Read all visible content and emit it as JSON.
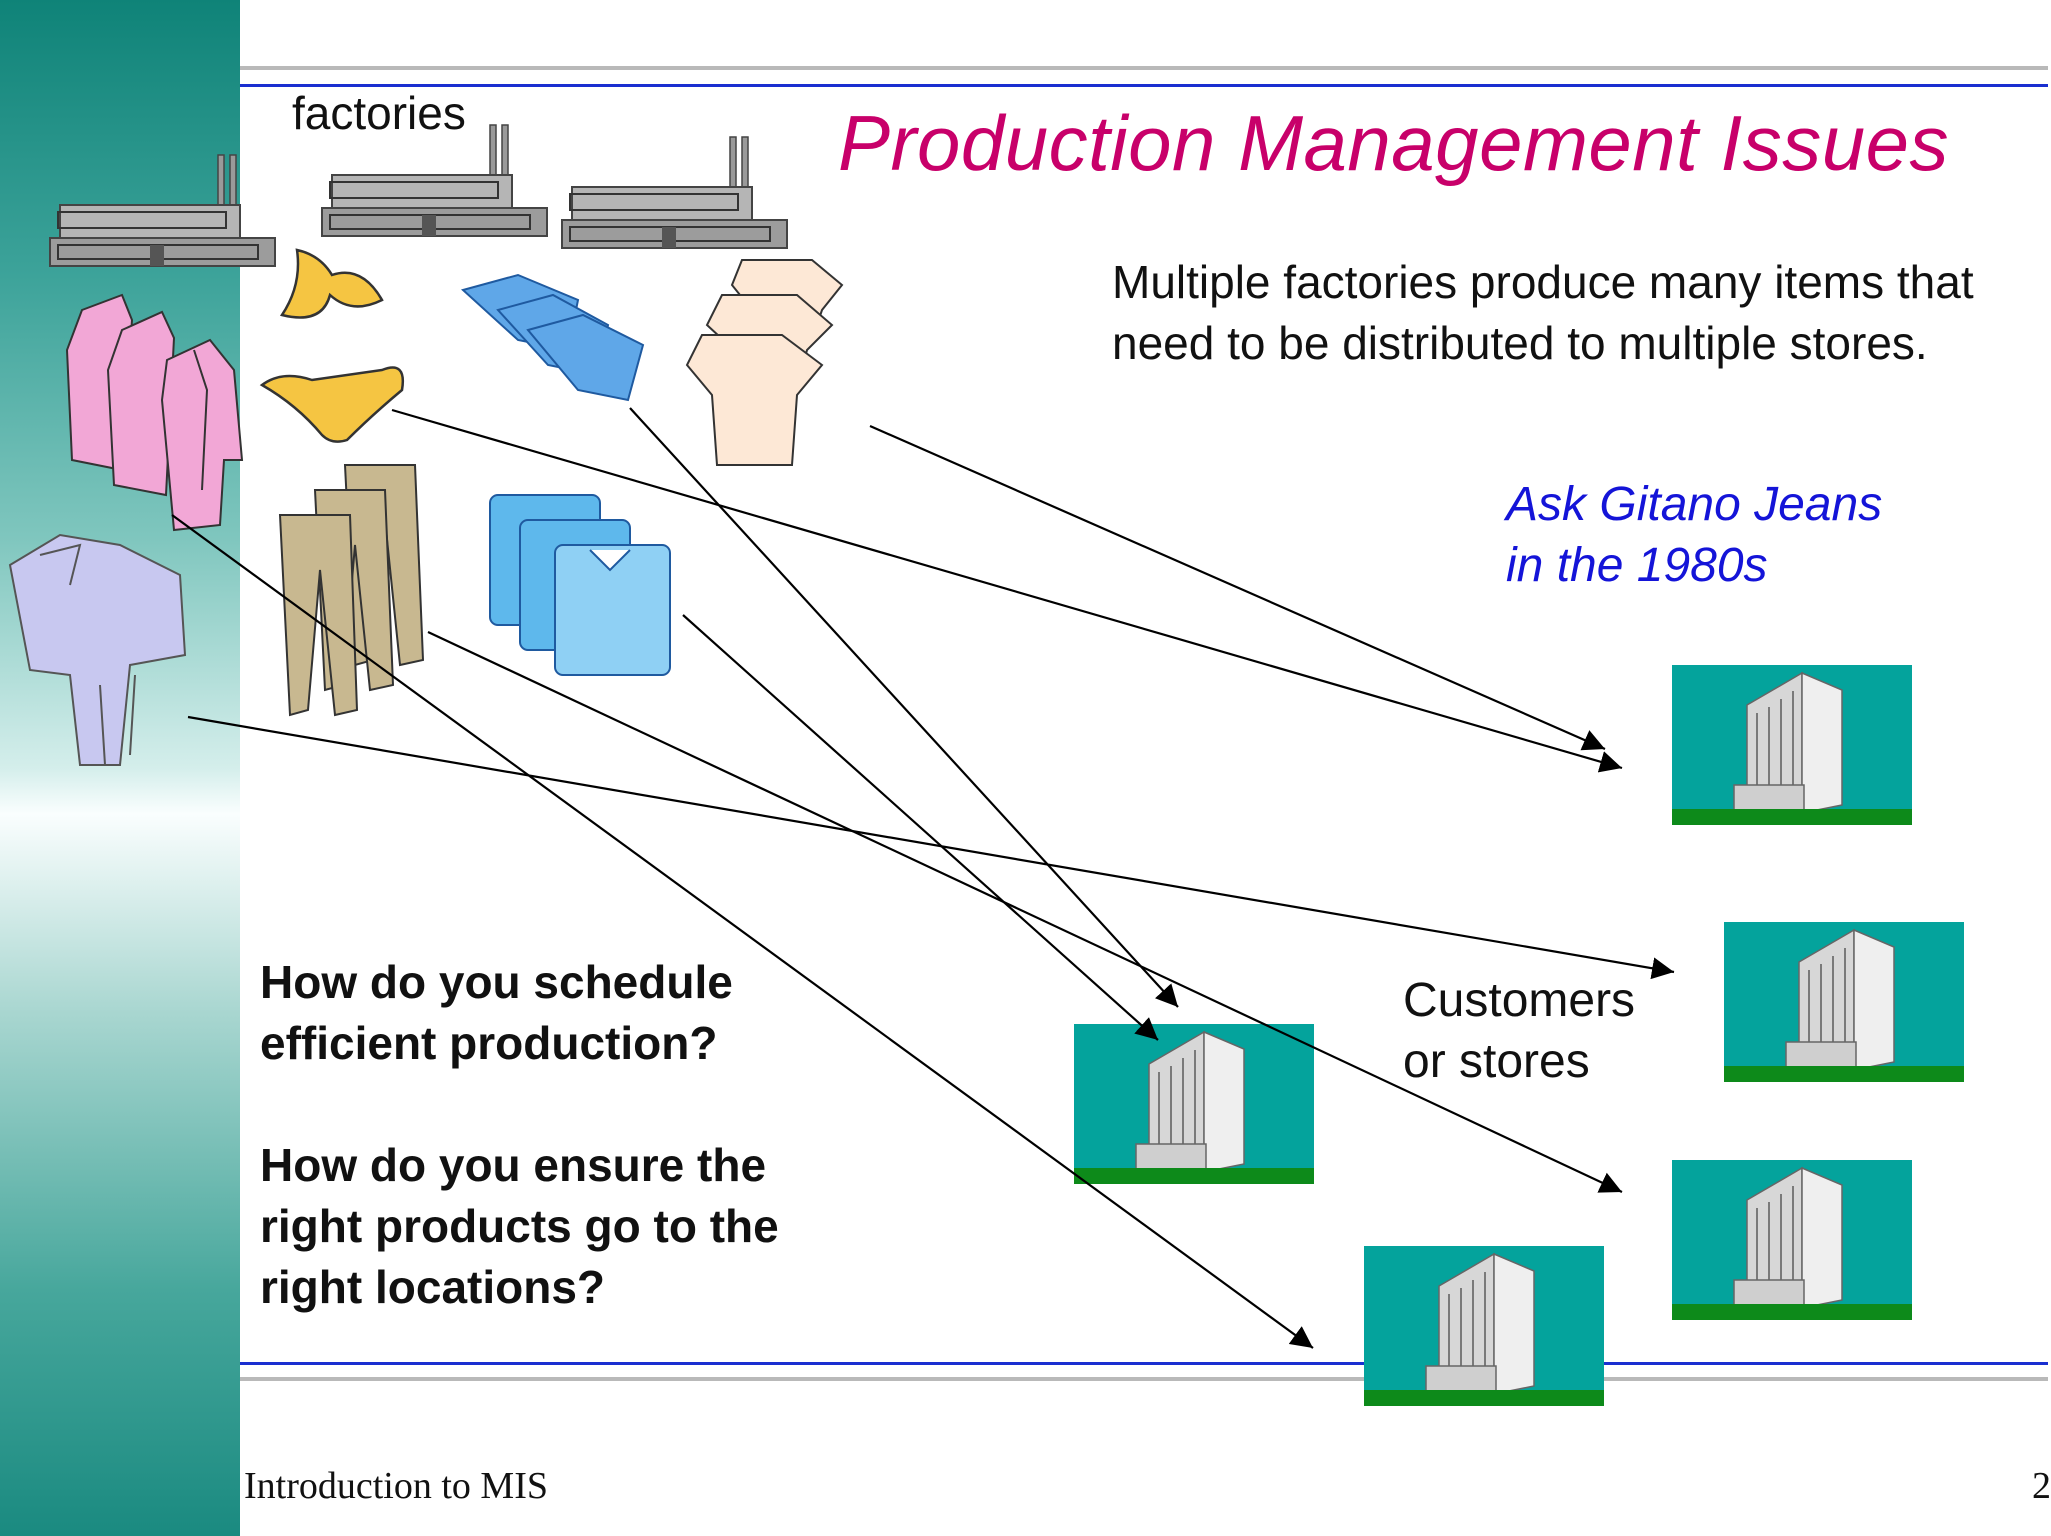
{
  "slide": {
    "title": "Production Management Issues",
    "factories_label": "factories",
    "description": "Multiple factories produce many items that need to be distributed to multiple stores.",
    "note": {
      "line1": "Ask Gitano Jeans",
      "line2": "in the 1980s"
    },
    "customers": {
      "line1": "Customers",
      "line2": "or stores"
    },
    "questions": {
      "q1": {
        "line1": "How do you schedule",
        "line2": "efficient production?"
      },
      "q2": {
        "line1": "How do you ensure the",
        "line2": "right products go to the",
        "line3": "right locations?"
      }
    },
    "footer": "Introduction to MIS",
    "page_number": "2"
  },
  "colors": {
    "title": "#c8006a",
    "note": "#1414d8",
    "rule_blue": "#1a2fd0",
    "rule_gray": "#b9b9b9",
    "sidebar": "#0f8378",
    "store_background": "#04a39c",
    "store_grass": "#0d8a1a"
  },
  "icons": {
    "factories": [
      "factory-icon",
      "factory-icon",
      "factory-icon"
    ],
    "clothing": [
      "pink-coats-icon",
      "bikini-icon",
      "blue-shirts-icon",
      "t-shirts-icon",
      "pajamas-icon",
      "khaki-pants-icon",
      "dress-shirts-icon"
    ],
    "stores": [
      "office-building-icon",
      "office-building-icon",
      "office-building-icon",
      "office-building-icon",
      "office-building-icon"
    ]
  }
}
